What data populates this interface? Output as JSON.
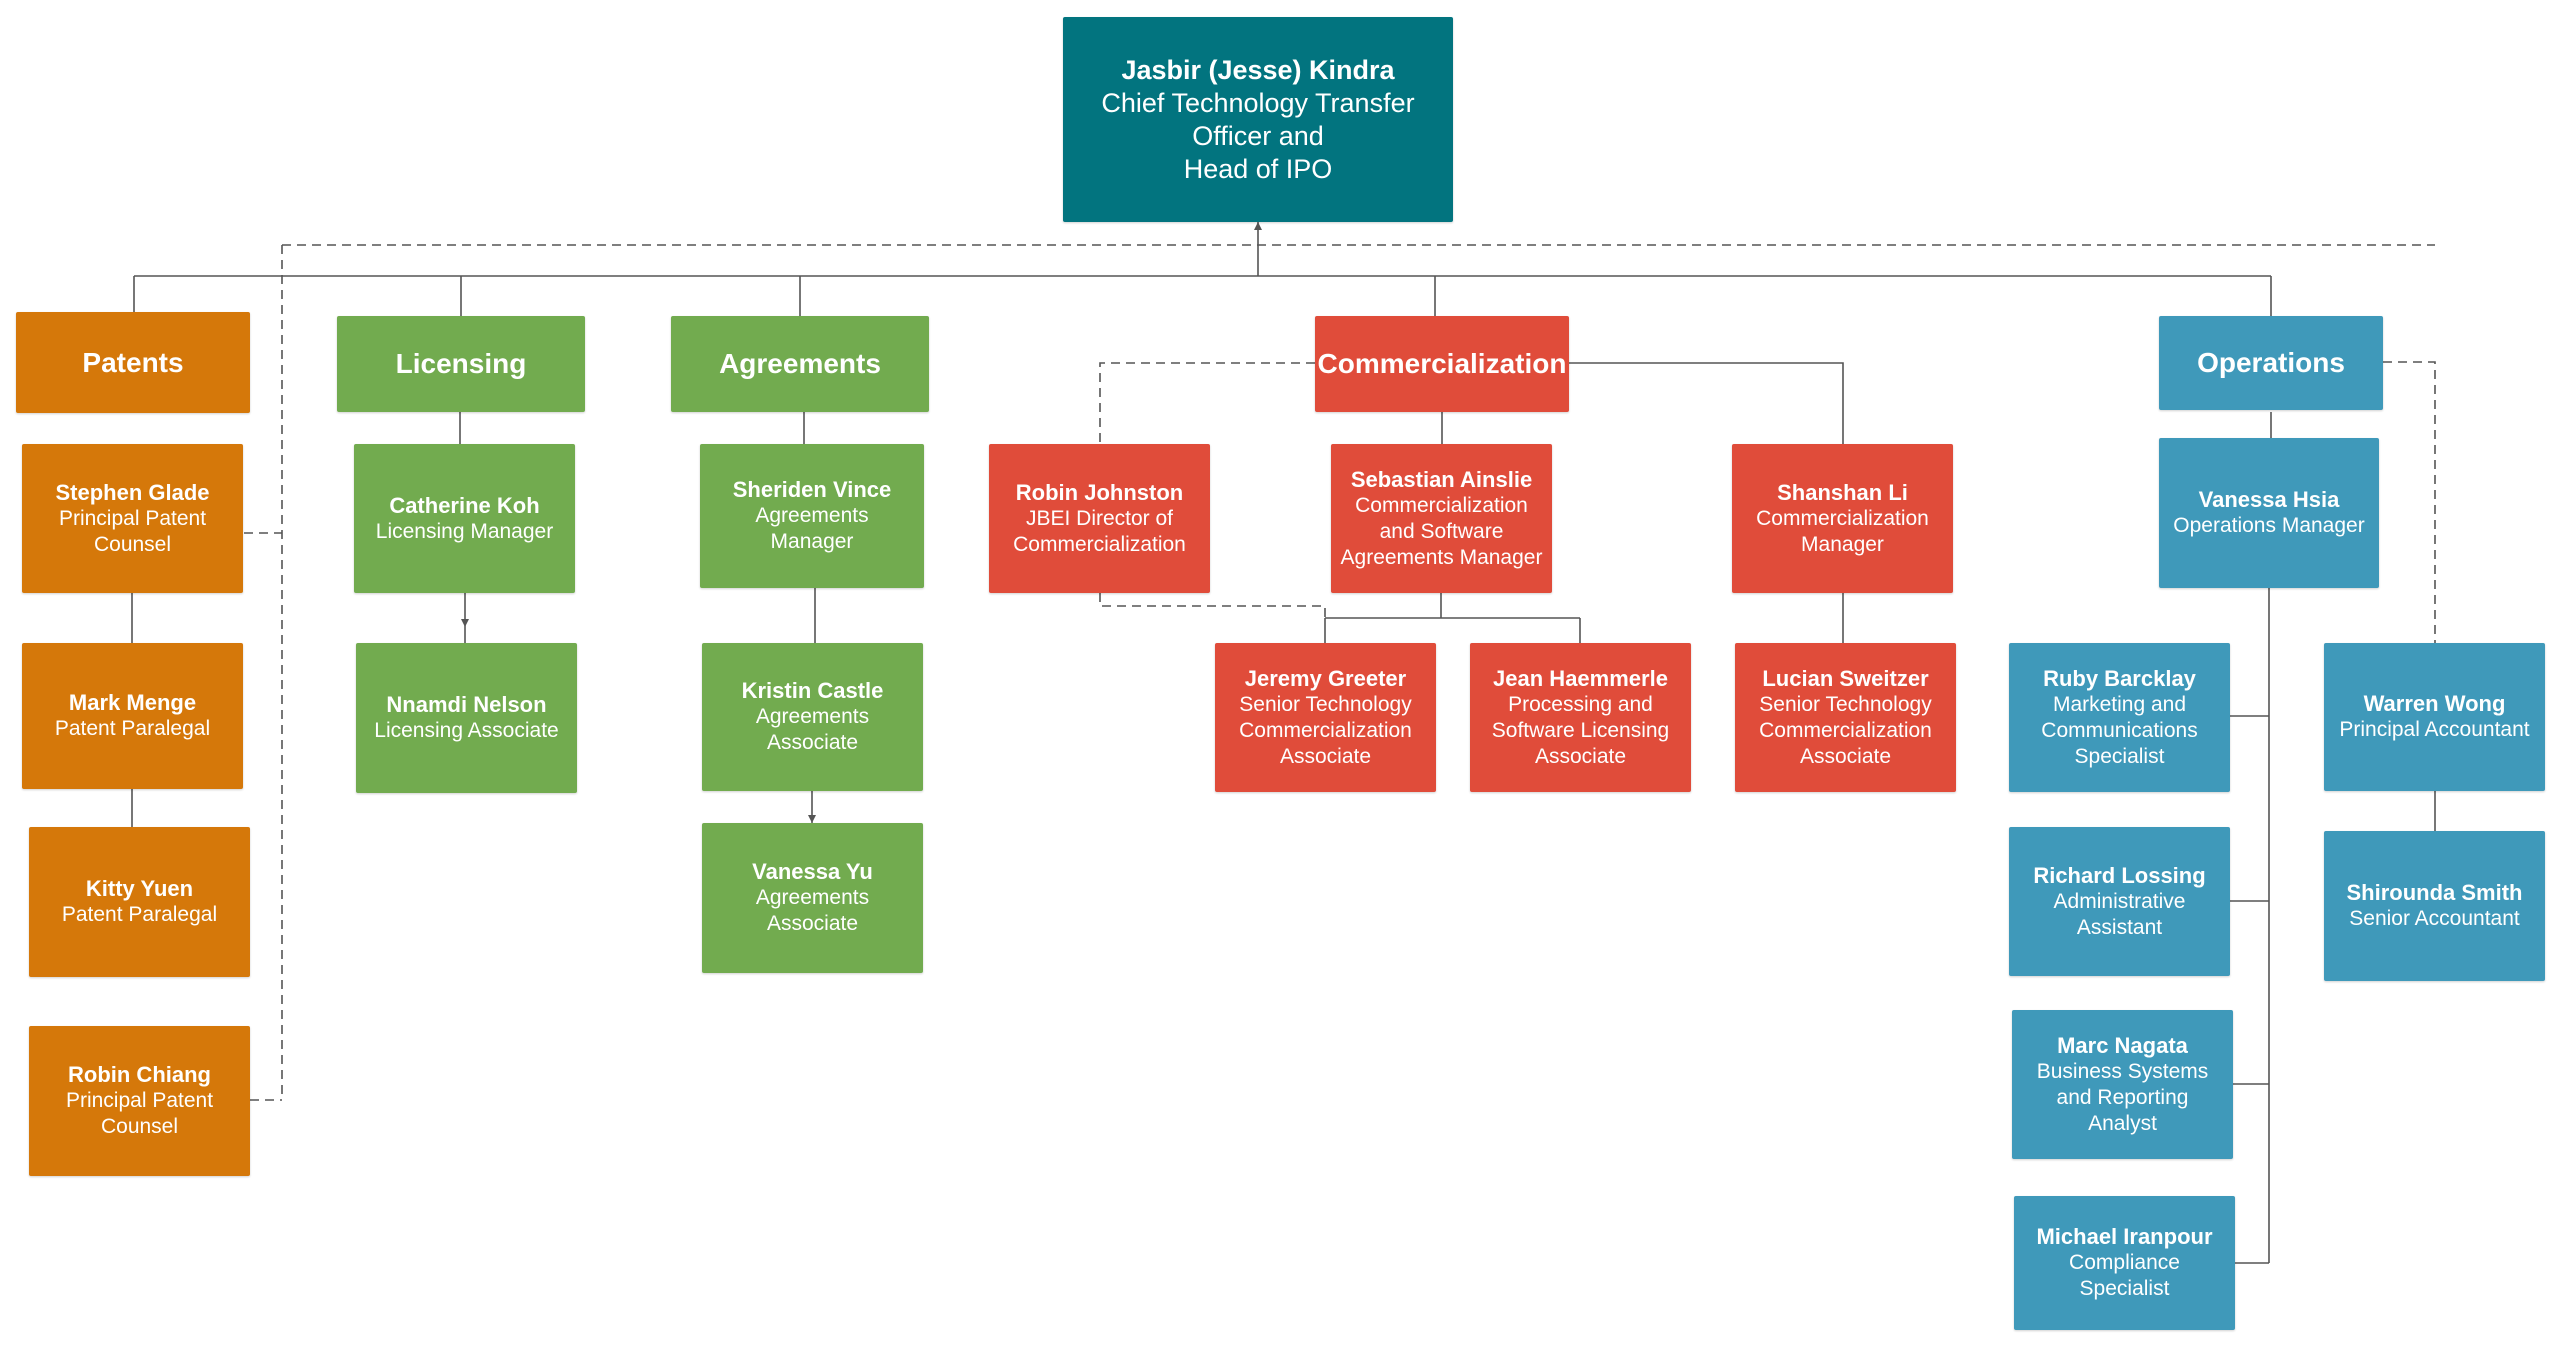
{
  "colors": {
    "patents": "#d5780a",
    "licensing": "#72ab4f",
    "agreements": "#72ab4f",
    "commercialization": "#e04c3a",
    "operations": "#3f99ba",
    "head": "#02747f",
    "line": "#555555"
  },
  "nodes": {
    "head": {
      "name": "Jasbir (Jesse) Kindra",
      "role_lines": [
        "Chief Technology Transfer",
        "Officer and",
        "Head of IPO"
      ]
    },
    "patents": {
      "name": "Patents"
    },
    "licensing": {
      "name": "Licensing"
    },
    "agreements": {
      "name": "Agreements"
    },
    "commercialization": {
      "name": "Commercialization"
    },
    "operations": {
      "name": "Operations"
    },
    "stephen_glade": {
      "name": "Stephen Glade",
      "role_lines": [
        "Principal Patent",
        "Counsel"
      ]
    },
    "mark_menge": {
      "name": "Mark Menge",
      "role_lines": [
        "Patent Paralegal"
      ]
    },
    "kitty_yuen": {
      "name": "Kitty Yuen",
      "role_lines": [
        "Patent Paralegal"
      ]
    },
    "robin_chiang": {
      "name": "Robin Chiang",
      "role_lines": [
        "Principal Patent",
        "Counsel"
      ]
    },
    "catherine_koh": {
      "name": "Catherine Koh",
      "role_lines": [
        "Licensing Manager"
      ]
    },
    "nnamdi_nelson": {
      "name": "Nnamdi Nelson",
      "role_lines": [
        "Licensing Associate"
      ]
    },
    "sheriden_vince": {
      "name": "Sheriden Vince",
      "role_lines": [
        "Agreements",
        "Manager"
      ]
    },
    "kristin_castle": {
      "name": "Kristin Castle",
      "role_lines": [
        "Agreements",
        "Associate"
      ]
    },
    "vanessa_yu": {
      "name": "Vanessa Yu",
      "role_lines": [
        "Agreements",
        "Associate"
      ]
    },
    "robin_johnston": {
      "name": "Robin Johnston",
      "role_lines": [
        "JBEI Director of",
        "Commercialization"
      ]
    },
    "sebastian_ainslie": {
      "name": "Sebastian Ainslie",
      "role_lines": [
        "Commercialization",
        "and Software",
        "Agreements Manager"
      ]
    },
    "shanshan_li": {
      "name": "Shanshan Li",
      "role_lines": [
        "Commercialization",
        "Manager"
      ]
    },
    "jeremy_greeter": {
      "name": "Jeremy Greeter",
      "role_lines": [
        "Senior Technology",
        "Commercialization",
        "Associate"
      ]
    },
    "jean_haemmerle": {
      "name": "Jean Haemmerle",
      "role_lines": [
        "Processing and",
        "Software Licensing",
        "Associate"
      ]
    },
    "lucian_sweitzer": {
      "name": "Lucian Sweitzer",
      "role_lines": [
        "Senior Technology",
        "Commercialization",
        "Associate"
      ]
    },
    "vanessa_hsia": {
      "name": "Vanessa Hsia",
      "role_lines": [
        "Operations Manager"
      ]
    },
    "ruby_barcklay": {
      "name": "Ruby Barcklay",
      "role_lines": [
        "Marketing and",
        "Communications",
        "Specialist"
      ]
    },
    "richard_lossing": {
      "name": "Richard Lossing",
      "role_lines": [
        "Administrative",
        "Assistant"
      ]
    },
    "marc_nagata": {
      "name": "Marc Nagata",
      "role_lines": [
        "Business Systems",
        "and Reporting",
        "Analyst"
      ]
    },
    "michael_iranpour": {
      "name": "Michael Iranpour",
      "role_lines": [
        "Compliance",
        "Specialist"
      ]
    },
    "warren_wong": {
      "name": "Warren Wong",
      "role_lines": [
        "Principal Accountant"
      ]
    },
    "shirounda_smith": {
      "name": "Shirounda Smith",
      "role_lines": [
        "Senior Accountant"
      ]
    }
  }
}
